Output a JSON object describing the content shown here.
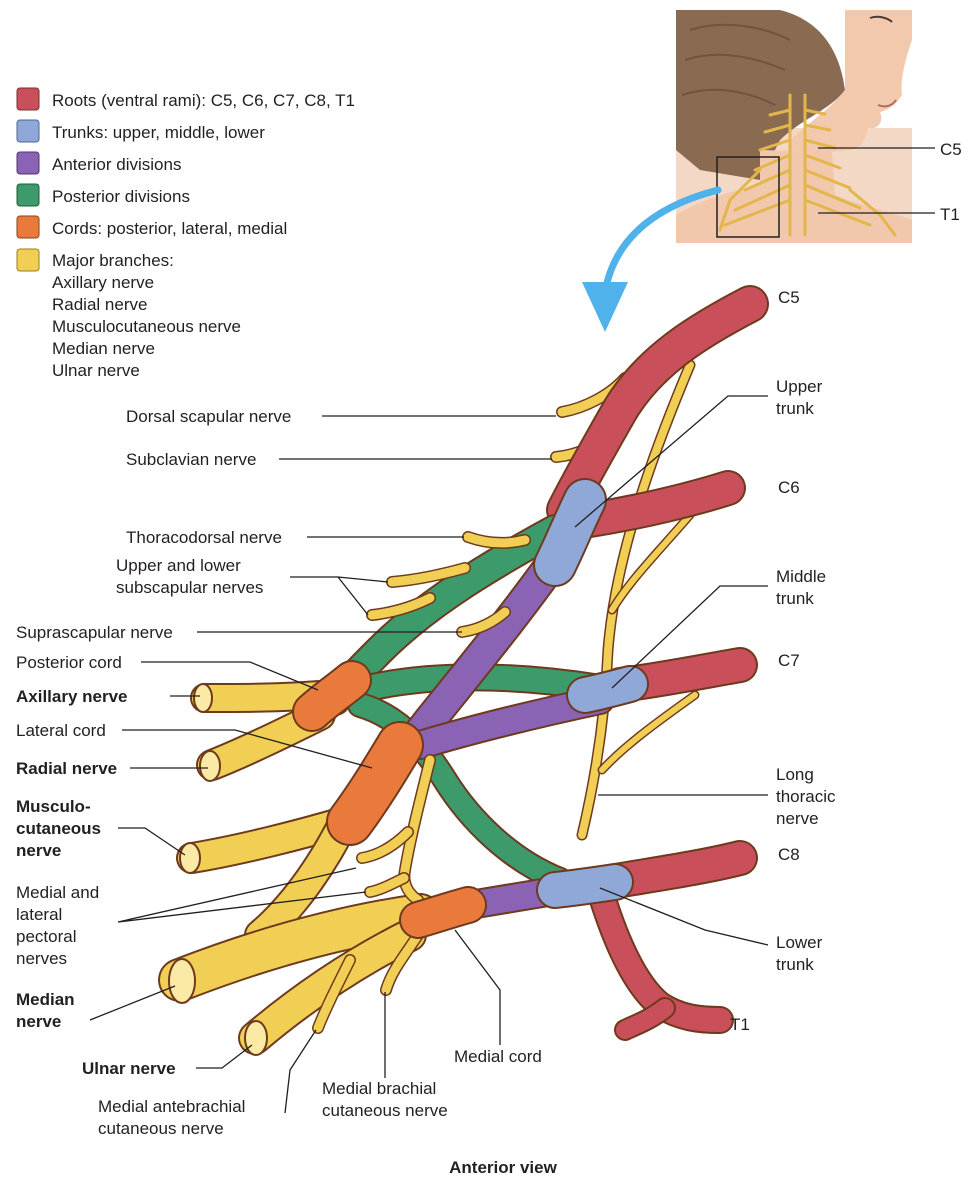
{
  "colors": {
    "roots": "#c9505a",
    "trunks": "#8fa8d8",
    "anterior_divisions": "#8a63b5",
    "posterior_divisions": "#3d9a6a",
    "cords": "#ea7a3c",
    "branches": "#f1cf55"
  },
  "legend": [
    {
      "key": "roots",
      "lines": [
        "Roots (ventral rami): C5, C6, C7, C8, T1"
      ]
    },
    {
      "key": "trunks",
      "lines": [
        "Trunks: upper, middle, lower"
      ]
    },
    {
      "key": "anterior_divisions",
      "lines": [
        "Anterior divisions"
      ]
    },
    {
      "key": "posterior_divisions",
      "lines": [
        "Posterior divisions"
      ]
    },
    {
      "key": "cords",
      "lines": [
        "Cords: posterior, lateral, medial"
      ]
    },
    {
      "key": "branches",
      "lines": [
        "Major branches:",
        "Axillary nerve",
        "Radial nerve",
        "Musculocutaneous nerve",
        "Median nerve",
        "Ulnar nerve"
      ]
    }
  ],
  "inset": {
    "c5_label": "C5",
    "t1_label": "T1"
  },
  "roots": {
    "c5": "C5",
    "c6": "C6",
    "c7": "C7",
    "c8": "C8",
    "t1": "T1"
  },
  "labels": {
    "dorsal_scapular": "Dorsal scapular nerve",
    "subclavian": "Subclavian nerve",
    "thoracodorsal": "Thoracodorsal nerve",
    "subscapular": [
      "Upper and lower",
      "subscapular nerves"
    ],
    "suprascapular": "Suprascapular nerve",
    "posterior_cord": "Posterior cord",
    "axillary": "Axillary nerve",
    "lateral_cord": "Lateral cord",
    "radial": "Radial nerve",
    "musculocutaneous": [
      "Musculo-",
      "cutaneous",
      "nerve"
    ],
    "pectoral": [
      "Medial and",
      "lateral",
      "pectoral",
      "nerves"
    ],
    "median": [
      "Median",
      "nerve"
    ],
    "ulnar": "Ulnar nerve",
    "med_antebrachial": [
      "Medial antebrachial",
      "cutaneous nerve"
    ],
    "med_brachial": [
      "Medial brachial",
      "cutaneous nerve"
    ],
    "medial_cord": "Medial cord",
    "upper_trunk": [
      "Upper",
      "trunk"
    ],
    "middle_trunk": [
      "Middle",
      "trunk"
    ],
    "long_thoracic": [
      "Long",
      "thoracic",
      "nerve"
    ],
    "lower_trunk": [
      "Lower",
      "trunk"
    ]
  },
  "caption": "Anterior view"
}
